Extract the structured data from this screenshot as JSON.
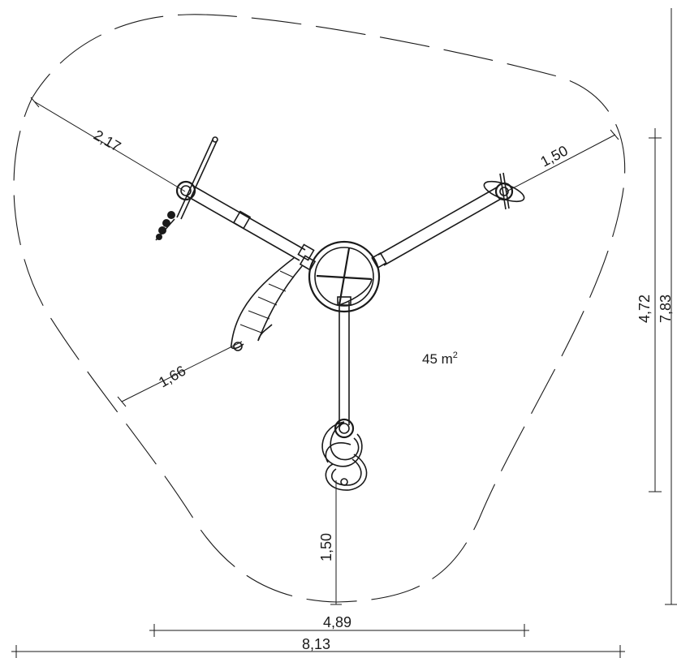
{
  "dimensions": {
    "arm_top_left": "2,17",
    "arm_top_right": "1,50",
    "arm_left": "1,66",
    "arm_bottom": "1,50",
    "depth_inner": "4,72",
    "depth_outer": "7,83",
    "width_inner": "4,89",
    "width_outer": "8,13"
  },
  "area": {
    "value": "45 m",
    "unit_sup": "2"
  }
}
